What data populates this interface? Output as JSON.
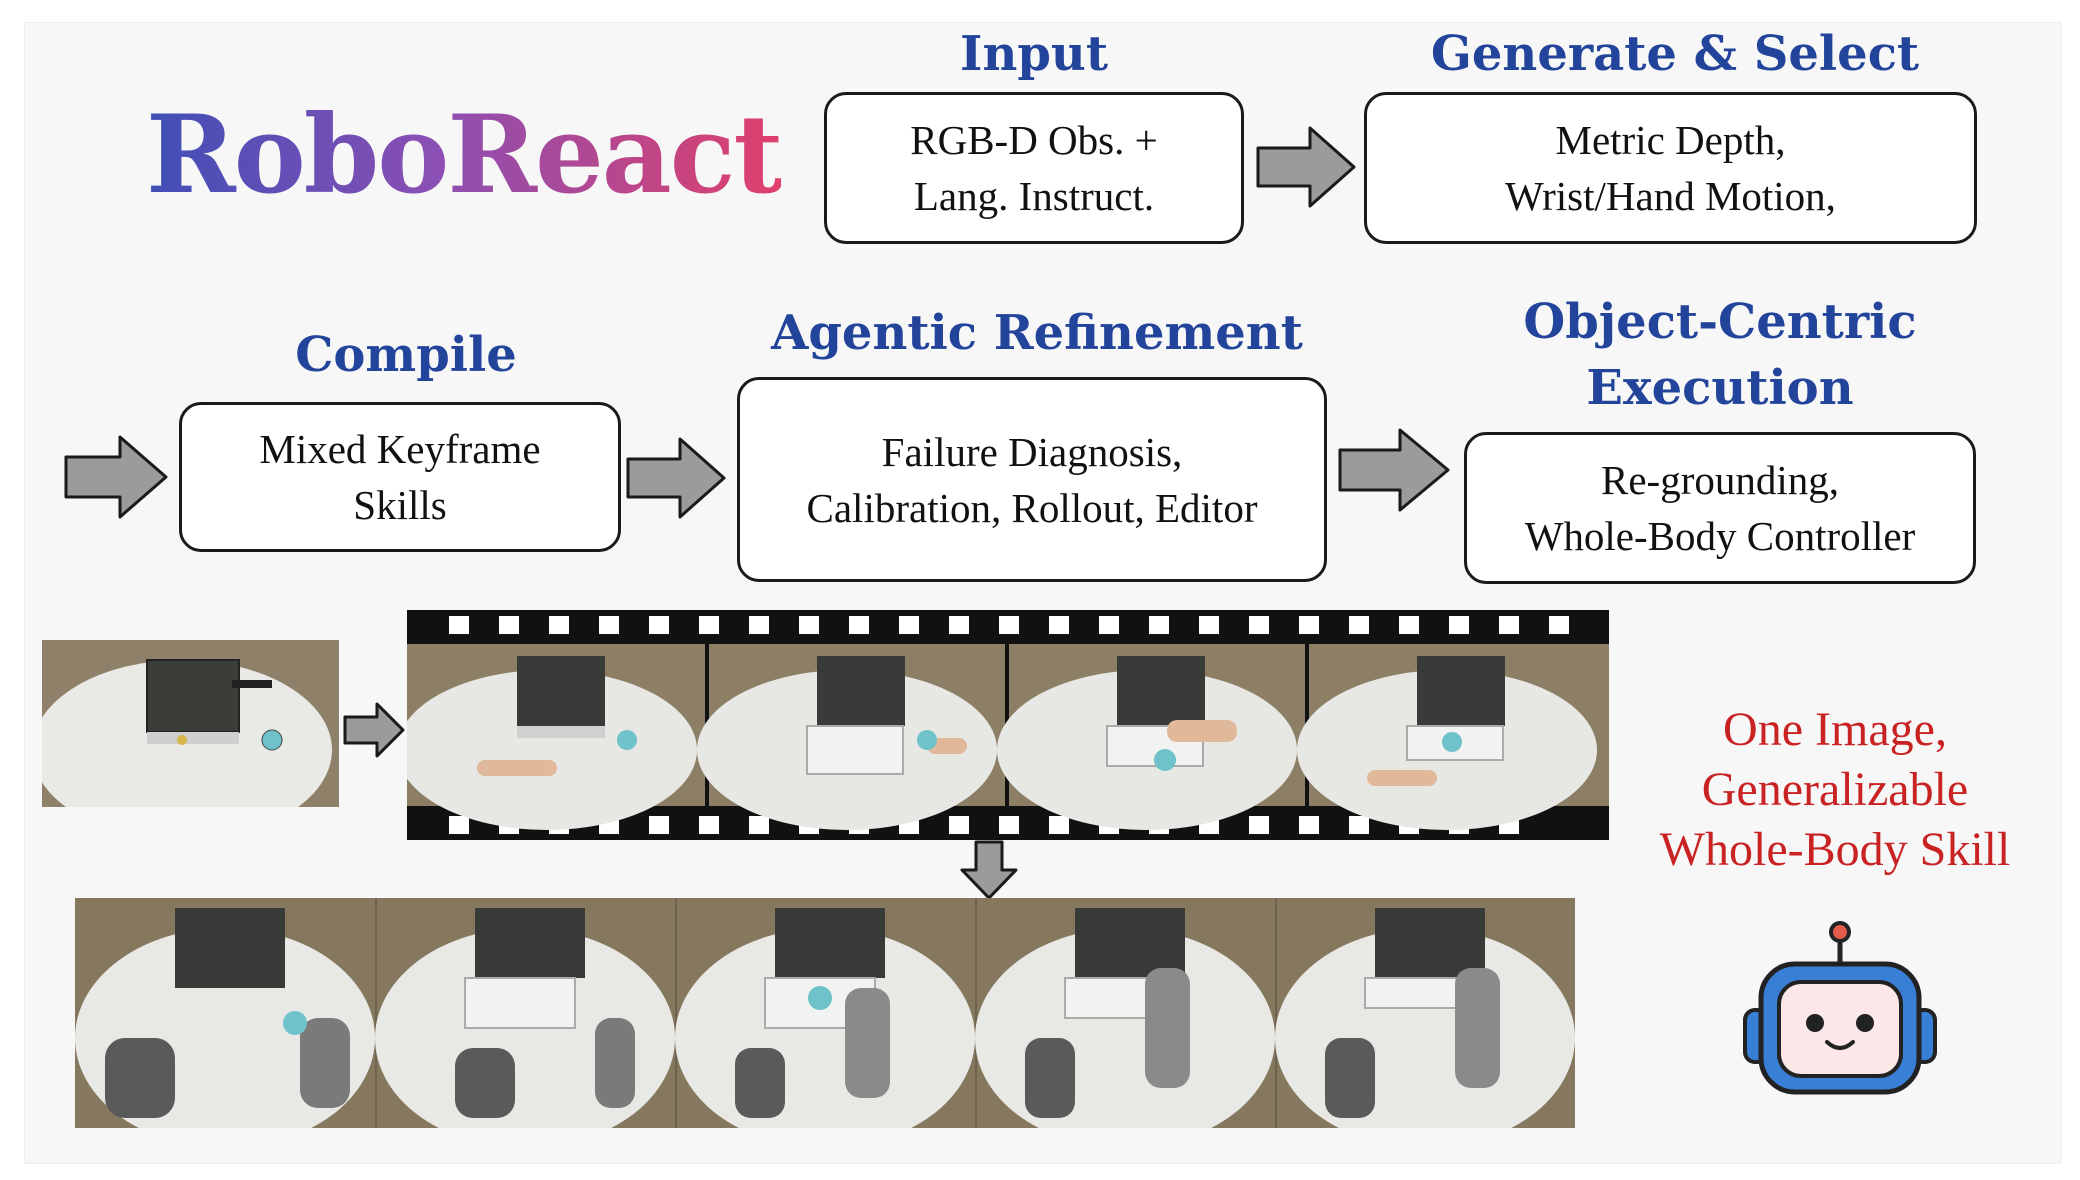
{
  "title": "RoboReact",
  "input": {
    "heading": "Input",
    "line1": "RGB-D Obs. +",
    "line2": "Lang. Instruct."
  },
  "generate": {
    "heading": "Generate & Select",
    "line1": "Metric Depth,",
    "line2": "Wrist/Hand Motion,"
  },
  "compile": {
    "heading": "Compile",
    "line1": "Mixed Keyframe",
    "line2": "Skills"
  },
  "refine": {
    "heading": "Agentic Refinement",
    "line1": "Failure Diagnosis,",
    "line2": "Calibration, Rollout, Editor"
  },
  "execution": {
    "heading1": "Object-Centric",
    "heading2": "Execution",
    "line1": "Re-grounding,",
    "line2": "Whole-Body Controller"
  },
  "tagline": {
    "line1": "One Image,",
    "line2": "Generalizable",
    "line3": "Whole-Body Skill"
  },
  "colors": {
    "heading": "#23449b",
    "tagline": "#c82222",
    "arrow": "#9b9b9b",
    "logo_start": "#3f4fb6",
    "logo_end": "#e0406b"
  },
  "icons": [
    "right-arrow-icon",
    "down-arrow-icon",
    "robot-mascot-icon"
  ]
}
